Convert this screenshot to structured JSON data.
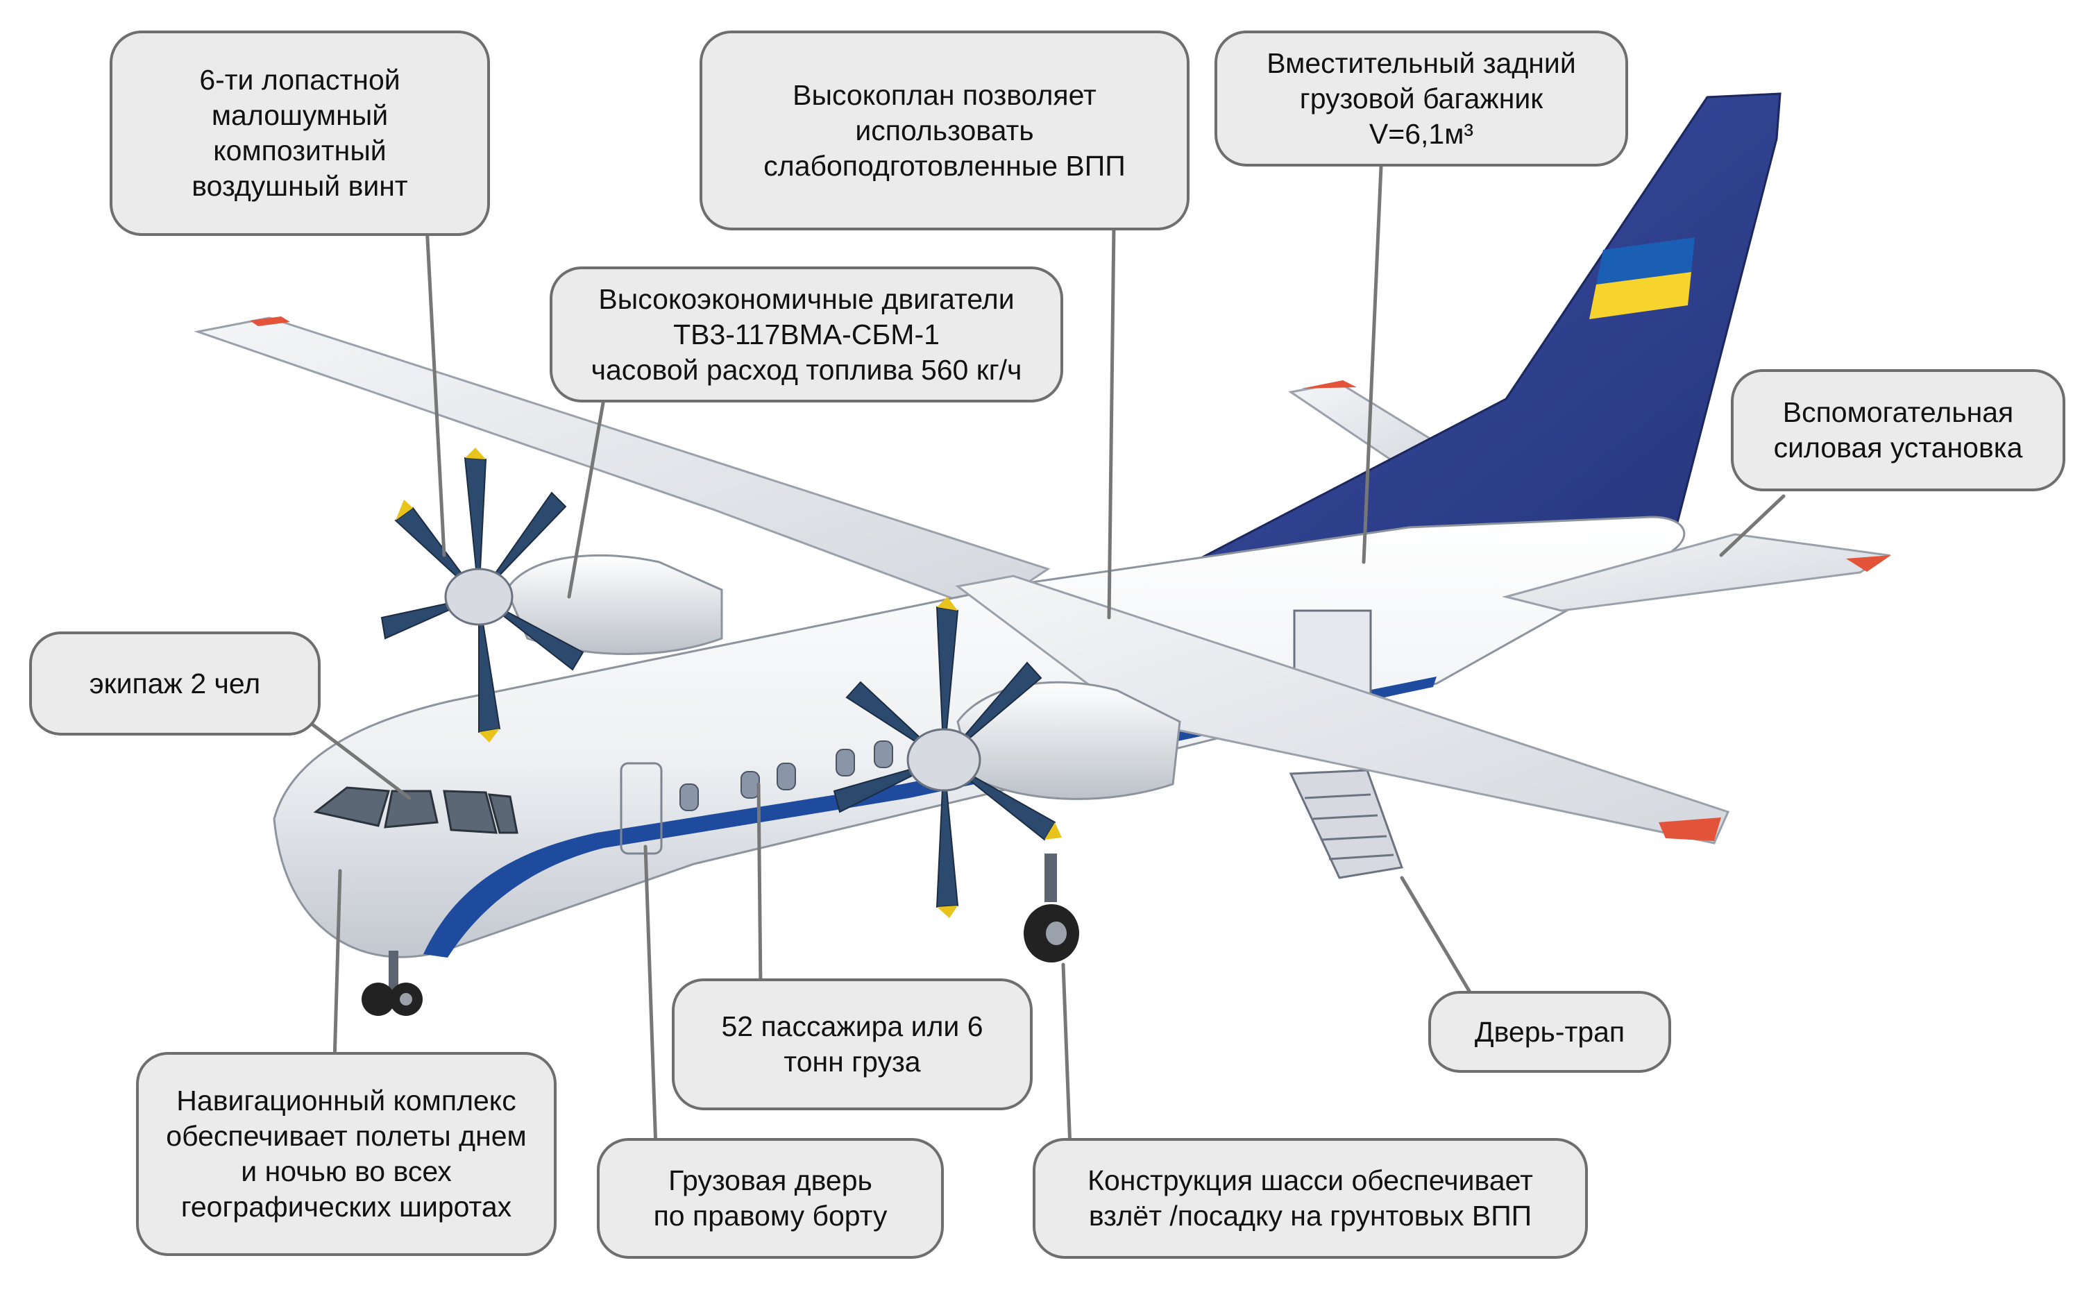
{
  "colors": {
    "fuselage": "#f2f3f5",
    "fuselage_shade": "#c9ced6",
    "tail_blue": "#2e3f8f",
    "stripe_blue": "#1f4b9e",
    "flag_blue": "#1a5fb4",
    "flag_yellow": "#f6d32d",
    "prop_blue": "#2c4a6e",
    "prop_tip_yellow": "#e8c31c",
    "callout_fill": "#ebebeb",
    "callout_border": "#6e6e6e",
    "leader_line": "#777777"
  },
  "aircraft": {
    "flag_colors": [
      "blue",
      "yellow"
    ]
  },
  "callouts": {
    "propeller": "6-ти лопастной\nмалошумный\nкомпозитный\nвоздушный винт",
    "high_wing": "Высокоплан позволяет\nиспользовать\nслабоподготовленные ВПП",
    "cargo_hold": "Вместительный задний\nгрузовой багажник\nV=6,1м³",
    "engines": "Высокоэкономичные двигатели\nТВ3-117ВМА-СБМ-1\nчасовой расход топлива 560 кг/ч",
    "apu": "Вспомогательная\nсиловая установка",
    "crew": "экипаж 2 чел",
    "door_stairs": "Дверь-трап",
    "passengers": "52 пассажира или 6\nтонн груза",
    "navigation": "Навигационный комплекс\nобеспечивает полеты днем\nи ночью во всех\nгеографических широтах",
    "cargo_door": "Грузовая дверь\nпо правому борту",
    "landing_gear": "Конструкция шасси обеспечивает\nвзлёт /посадку на грунтовых ВПП"
  }
}
